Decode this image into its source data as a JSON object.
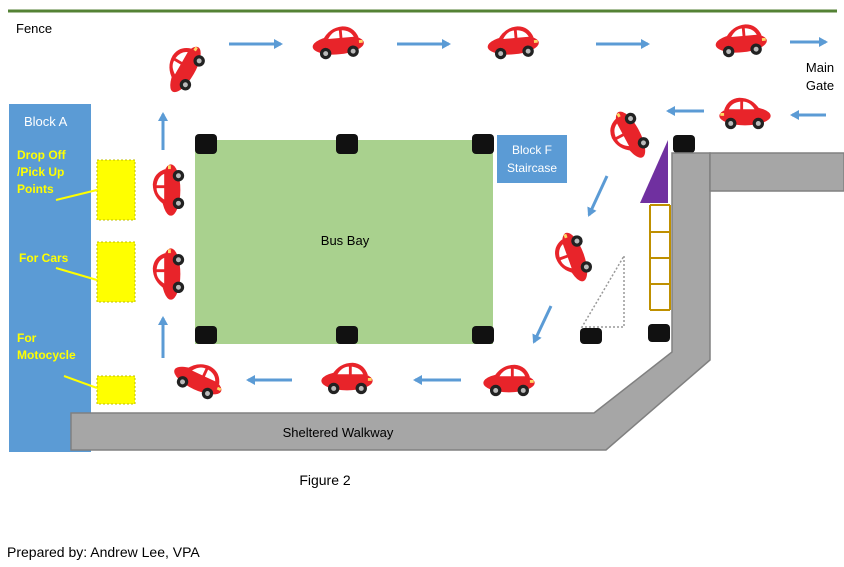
{
  "labels": {
    "fence": "Fence",
    "main_gate_line1": "Main",
    "main_gate_line2": "Gate",
    "block_a": "Block A",
    "drop_off_line1": "Drop Off",
    "drop_off_line2": "/Pick Up",
    "drop_off_line3": "Points",
    "for_cars": "For Cars",
    "for_motocycle_line1": "For",
    "for_motocycle_line2": "Motocycle",
    "block_f_line1": "Block F",
    "block_f_line2": "Staircase",
    "bus_bay": "Bus Bay",
    "sheltered_walkway": "Sheltered Walkway",
    "figure": "Figure 2",
    "prepared_by": "Prepared by: Andrew Lee, VPA"
  },
  "colors": {
    "fence": "#548235",
    "block": "#5B9BD5",
    "bus_bay": "#A9D18E",
    "yellow": "#FFFF00",
    "walkway": "#A6A6A6",
    "arrow": "#5B9BD5",
    "car": "#E8242A",
    "purple": "#7030A0",
    "ladder": "#BF9000"
  },
  "icons": {
    "car": "car-icon",
    "arrow": "arrow-icon",
    "bollard": "bollard-icon"
  }
}
